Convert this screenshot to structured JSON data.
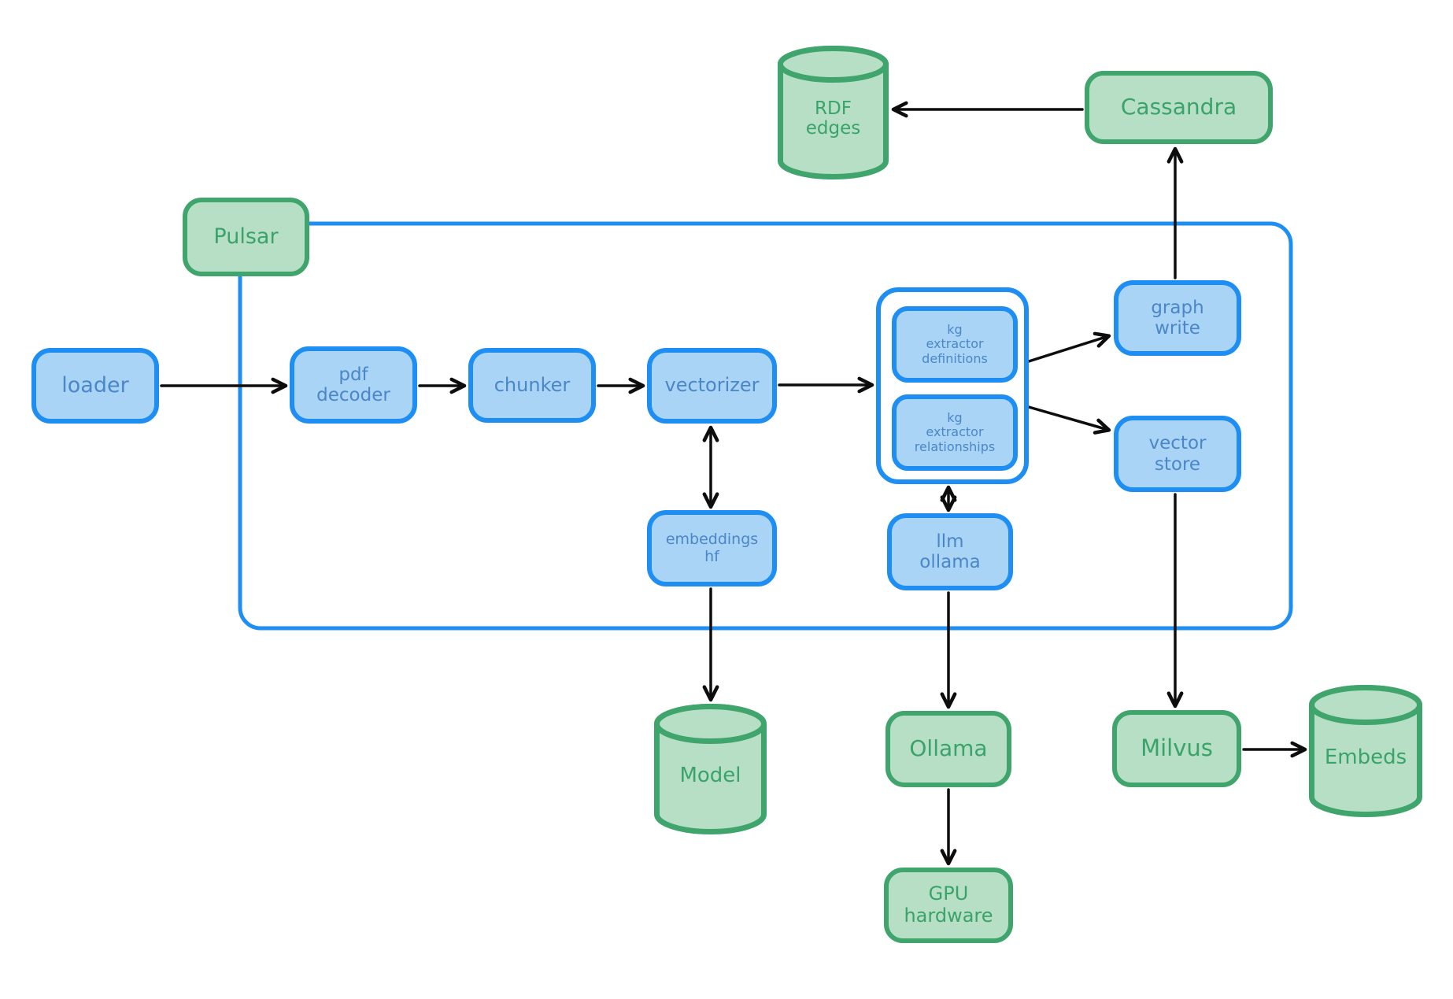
{
  "diagram_title": "",
  "colors": {
    "processor_fill": "#a9d4f6",
    "processor_border": "#1e8ef2",
    "processor_text": "#4b86c8",
    "service_fill": "#b6dfc5",
    "service_border": "#3fa56c",
    "service_text": "#3aa369",
    "boundary": "#1e8ef2",
    "arrow": "#0d0d0d"
  },
  "nodes": {
    "pulsar": {
      "label": "Pulsar",
      "kind": "service"
    },
    "cassandra": {
      "label": "Cassandra",
      "kind": "service"
    },
    "rdf_edges": {
      "label": "RDF\nedges",
      "kind": "datastore"
    },
    "loader": {
      "label": "loader",
      "kind": "processor"
    },
    "pdf_decoder": {
      "label": "pdf\ndecoder",
      "kind": "processor"
    },
    "chunker": {
      "label": "chunker",
      "kind": "processor"
    },
    "vectorizer": {
      "label": "vectorizer",
      "kind": "processor"
    },
    "kg_extractor_definitions": {
      "label": "kg\nextractor\ndefinitions",
      "kind": "processor"
    },
    "kg_extractor_relationships": {
      "label": "kg\nextractor\nrelationships",
      "kind": "processor"
    },
    "graph_write": {
      "label": "graph\nwrite",
      "kind": "processor"
    },
    "vector_store": {
      "label": "vector\nstore",
      "kind": "processor"
    },
    "embeddings_hf": {
      "label": "embeddings\nhf",
      "kind": "processor"
    },
    "llm_ollama": {
      "label": "llm\nollama",
      "kind": "processor"
    },
    "model": {
      "label": "Model",
      "kind": "datastore"
    },
    "ollama": {
      "label": "Ollama",
      "kind": "service"
    },
    "gpu_hardware": {
      "label": "GPU\nhardware",
      "kind": "service"
    },
    "milvus": {
      "label": "Milvus",
      "kind": "service"
    },
    "embeds": {
      "label": "Embeds",
      "kind": "datastore"
    }
  },
  "boundary": {
    "owner": "pulsar"
  },
  "edges": [
    {
      "from": "cassandra",
      "to": "rdf_edges",
      "bidirectional": false
    },
    {
      "from": "graph_write",
      "to": "cassandra",
      "bidirectional": false
    },
    {
      "from": "loader",
      "to": "pdf_decoder",
      "bidirectional": false
    },
    {
      "from": "pdf_decoder",
      "to": "chunker",
      "bidirectional": false
    },
    {
      "from": "chunker",
      "to": "vectorizer",
      "bidirectional": false
    },
    {
      "from": "vectorizer",
      "to": "kg_extractor_group",
      "bidirectional": false
    },
    {
      "from": "kg_extractor_group",
      "to": "graph_write",
      "bidirectional": false
    },
    {
      "from": "kg_extractor_group",
      "to": "vector_store",
      "bidirectional": false
    },
    {
      "from": "vectorizer",
      "to": "embeddings_hf",
      "bidirectional": true
    },
    {
      "from": "kg_extractor_group",
      "to": "llm_ollama",
      "bidirectional": true
    },
    {
      "from": "embeddings_hf",
      "to": "model",
      "bidirectional": false
    },
    {
      "from": "llm_ollama",
      "to": "ollama",
      "bidirectional": false
    },
    {
      "from": "ollama",
      "to": "gpu_hardware",
      "bidirectional": false
    },
    {
      "from": "vector_store",
      "to": "milvus",
      "bidirectional": false
    },
    {
      "from": "milvus",
      "to": "embeds",
      "bidirectional": false
    }
  ]
}
